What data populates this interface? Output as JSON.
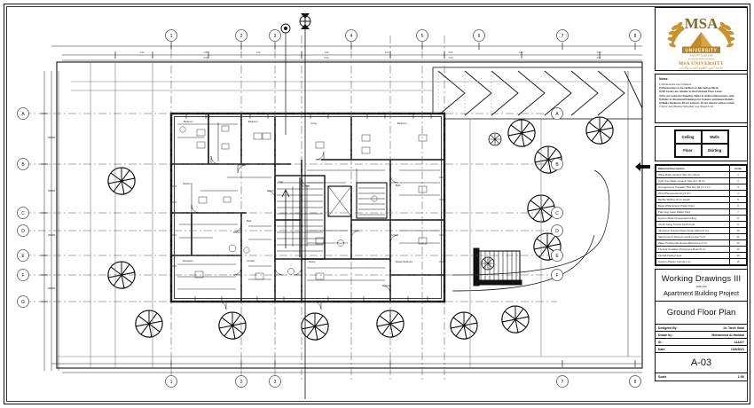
{
  "sheet": {
    "drawing_type": "architectural-floor-plan"
  },
  "logo": {
    "name": "msa-university-logo",
    "acronym": "MSA",
    "banner": "UNIVERSITY",
    "tagline": "IN EGYPT SINCE 1996",
    "affiliation": "Accredited by Middlesex University",
    "full_name_en": "MSA UNIVERSITY",
    "full_name_ar": "جامعة أكتوبر للعلوم الحديثة والآداب"
  },
  "notes": {
    "title": "Notes:",
    "lines": [
      "1) Dimensions are in Meters.",
      "2) Dimensions to be verified on Site before Work.",
      "3) All Levels are relative to the Finished Floor Level.",
      "4) Do not scale the Drawing. Refer to written Dimensions only.",
      "5) Refer to Structural Drawings for Column and Beam Details.",
      "6) Walls thickness 25 cm exterior, 12 cm interior unless noted.",
      "7) Door and Window Schedule: see Sheet A-10."
    ]
  },
  "finish_legend": {
    "name": "finish-legend",
    "cells": [
      "Ceiling",
      "Walls",
      "Floor",
      "Skirting"
    ]
  },
  "materials": {
    "header": {
      "description": "Material Description",
      "code": "Code"
    },
    "rows": [
      {
        "description": "White Matte Ceramic Tiles 30 x 30 cm",
        "code": "1"
      },
      {
        "description": "Light Grey Matte Ceramic Tiles 30 x 30 cm",
        "code": "2"
      },
      {
        "description": "Homogeneous Porcelain Tiles 60 x 60 cm 1 cm",
        "code": "3"
      },
      {
        "description": "Wood Parquet Flooring 8 mm",
        "code": "4"
      },
      {
        "description": "Marble Skirting 10 cm Height",
        "code": "5"
      },
      {
        "description": "Beige White Interior Plastic Paint",
        "code": "6"
      },
      {
        "description": "Pale Grey Latex Plastic Paint",
        "code": "7"
      },
      {
        "description": "Gypsum Board Suspended Ceiling",
        "code": "8"
      },
      {
        "description": "Acrylic Spray Texture Finish Coat",
        "code": "9"
      },
      {
        "description": "Aluminium Framed Glass Single Glazed 6 mm",
        "code": "10"
      },
      {
        "description": "Sand Cement Screed Levelling Layer 5 cm",
        "code": "11"
      },
      {
        "description": "Water Proofing Membrane Bituminous 4 mm",
        "code": "12"
      },
      {
        "description": "Thermal Insulation Polystyrene Board 5 cm",
        "code": "13"
      },
      {
        "description": "Asphalt Paving Layer",
        "code": "14"
      },
      {
        "description": "Gypsum Plaster Internal 2 cm",
        "code": "15"
      }
    ]
  },
  "title_block": {
    "course_title": "Working Drawings III",
    "course_code": "ARE 434",
    "project_name": "Apartment Building Project",
    "sheet_name": "Ground Floor Plan",
    "fields": [
      {
        "label": "Designed By :",
        "value": "Dr. Tarek Galal"
      },
      {
        "label": "Drawn by :",
        "value": "Mohammed Al-Haddad"
      },
      {
        "label": "ID :",
        "value": "143227"
      },
      {
        "label": "Date",
        "value": "13/6/2021"
      }
    ],
    "sheet_number": "A-03",
    "scale_label": "Scale",
    "scale_value": "1:50"
  },
  "grid": {
    "horizontal_labels": [
      "A",
      "B",
      "C",
      "D",
      "E",
      "F",
      "G"
    ],
    "vertical_labels": [
      "1",
      "2",
      "3",
      "4",
      "5",
      "6",
      "7",
      "8"
    ]
  },
  "plan": {
    "north_marker": "section-marker",
    "pointer_marker": "direction-arrow"
  }
}
